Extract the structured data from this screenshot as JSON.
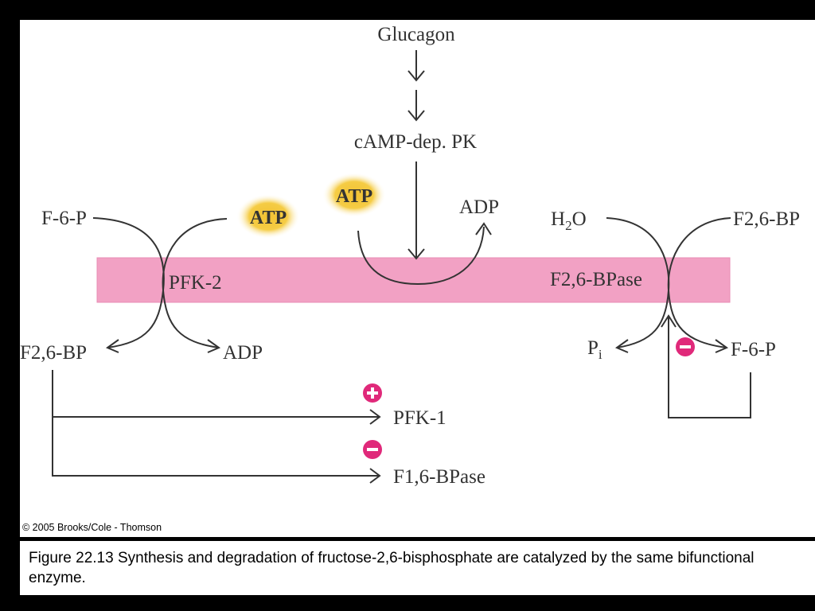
{
  "labels": {
    "glucagon": "Glucagon",
    "camp_pk": "cAMP-dep. PK",
    "f6p_left": "F-6-P",
    "atp_left": "ATP",
    "atp_center": "ATP",
    "adp_top": "ADP",
    "h2o_h": "H",
    "h2o_sub": "2",
    "h2o_o": "O",
    "f26bp_right": "F2,6-BP",
    "pfk2": "PFK-2",
    "f26bpase": "F2,6-BPase",
    "f26bp_left": "F2,6-BP",
    "adp_bottom": "ADP",
    "pi_p": "P",
    "pi_sub": "i",
    "f6p_right": "F-6-P",
    "pfk1": "PFK-1",
    "f16bpase": "F1,6-BPase"
  },
  "regulation_signs": {
    "pfk1": "+",
    "f16bpase": "−",
    "feedback": "−"
  },
  "copyright": "© 2005 Brooks/Cole - Thomson",
  "caption": "Figure 22.13  Synthesis and degradation of fructose-2,6-bisphosphate are catalyzed by the same bifunctional enzyme.",
  "colors": {
    "enzyme_band": "#f2a1c4",
    "atp_glow": "#f2c232",
    "sign_circle": "#e0297a",
    "background": "#000000",
    "panel": "#ffffff"
  }
}
